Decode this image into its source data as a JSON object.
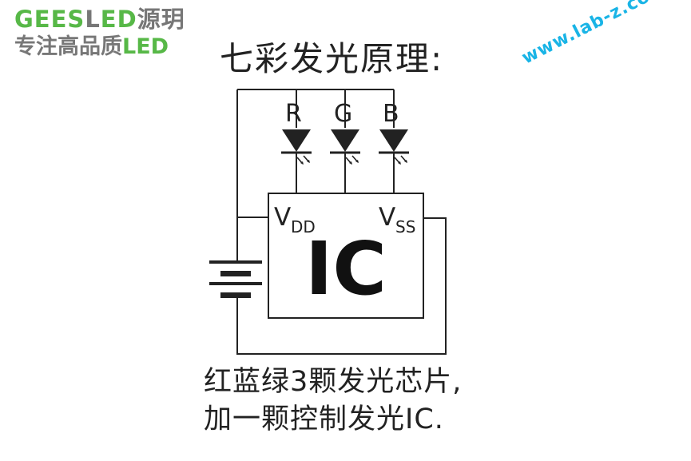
{
  "brand": {
    "name_green": "GEES",
    "name_letter": "L",
    "name_rest": "ED",
    "name_cn": "源玥",
    "slogan_cn": "专注高品质",
    "slogan_led": "LED",
    "color_green": "#57b847",
    "color_gray": "#777777"
  },
  "title": "七彩发光原理:",
  "watermark": "www.lab-z.com",
  "diagram": {
    "led_labels": [
      "R",
      "G",
      "B"
    ],
    "ic_label": "IC",
    "vdd_main": "V",
    "vdd_sub": "DD",
    "vss_main": "V",
    "vss_sub": "SS"
  },
  "caption": {
    "line1": "红蓝绿3颗发光芯片,",
    "line2": "加一颗控制发光IC."
  }
}
